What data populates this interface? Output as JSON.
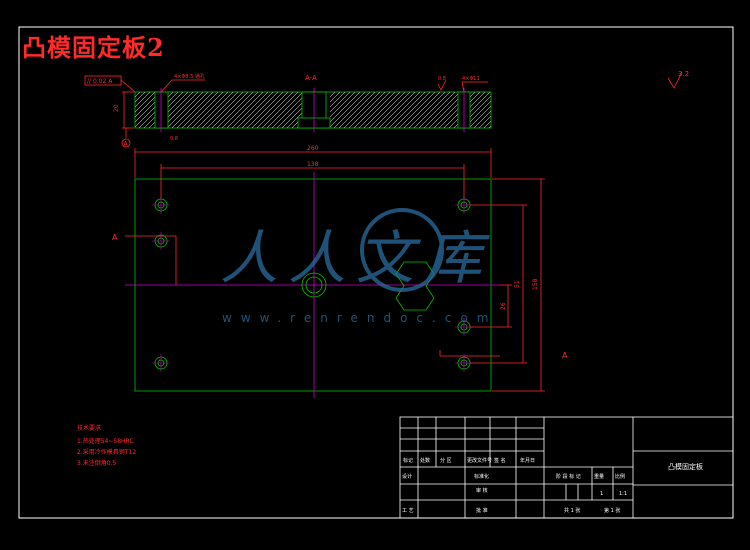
{
  "drawing": {
    "title": "凸模固定板2",
    "section_label": "A-A",
    "section_marker": "A",
    "tolerance_frame": "// 0.02 A",
    "roughness_top": "0.8",
    "roughness_general": "3.2",
    "datum": "A",
    "hole_callout_left": "4×Φ8.5 通孔",
    "hole_callout_right": "4×Φ11",
    "thickness": "20",
    "width": "260",
    "hole_spacing_x": "138",
    "hole_spacing_y": "51",
    "height_small": "26",
    "height": "158",
    "watermark_text": "人人文库",
    "watermark_url": "www.renrendoc.com"
  },
  "notes": {
    "heading": "技术要求",
    "lines": [
      "1.热处理54~58HRC",
      "2.采用冷作模具钢T12",
      "3.未注倒角0.5"
    ]
  },
  "title_block": {
    "part_name": "凸模固定板",
    "quantity": "1",
    "scale": "1:1",
    "sheet_total": "共 1 张",
    "sheet_no": "第 1 张",
    "hdr_mark": "标记",
    "hdr_count": "处数",
    "hdr_zone": "分 区",
    "hdr_change_doc": "更改文件号",
    "hdr_sign": "签 名",
    "hdr_date": "年月日",
    "hdr_design": "设计",
    "hdr_std": "标准化",
    "hdr_review": "审 核",
    "hdr_process": "工 艺",
    "hdr_approve": "批 准",
    "hdr_stage": "阶 段 标 记",
    "hdr_weight": "重量",
    "hdr_scale": "比例"
  },
  "colors": {
    "frame": "#ffffff",
    "outline": "#00c400",
    "center_line": "#d000d0",
    "hatch": "#ffffff",
    "dimension": "#ff2a2a",
    "watermark": "#2a6ea0"
  }
}
